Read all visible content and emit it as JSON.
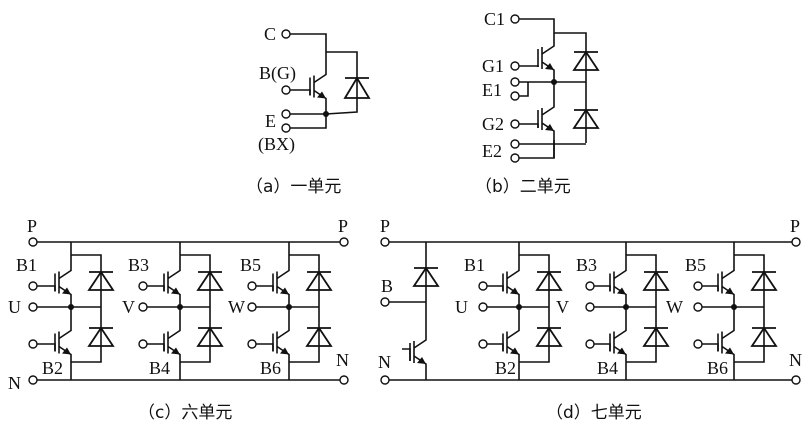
{
  "figure": {
    "panels": [
      {
        "id": "a",
        "caption": "（a）一单元",
        "labels": {
          "collector": "C",
          "gate": "B(G)",
          "emitter": "E",
          "aux": "(BX)"
        }
      },
      {
        "id": "b",
        "caption": "（b）二单元",
        "labels": {
          "c1": "C1",
          "g1": "G1",
          "e1": "E1",
          "g2": "G2",
          "e2": "E2"
        }
      },
      {
        "id": "c",
        "caption": "（c）六单元",
        "labels": {
          "p_left": "P",
          "p_right": "P",
          "n_left": "N",
          "n_right": "N",
          "b1": "B1",
          "b2": "B2",
          "b3": "B3",
          "b4": "B4",
          "b5": "B5",
          "b6": "B6",
          "u": "U",
          "v": "V",
          "w": "W"
        }
      },
      {
        "id": "d",
        "caption": "（d）七单元",
        "labels": {
          "p_left": "P",
          "p_right": "P",
          "n_left": "N",
          "n_right": "N",
          "brake": "B",
          "b1": "B1",
          "b2": "B2",
          "b3": "B3",
          "b4": "B4",
          "b5": "B5",
          "b6": "B6",
          "u": "U",
          "v": "V",
          "w": "W"
        }
      }
    ]
  }
}
